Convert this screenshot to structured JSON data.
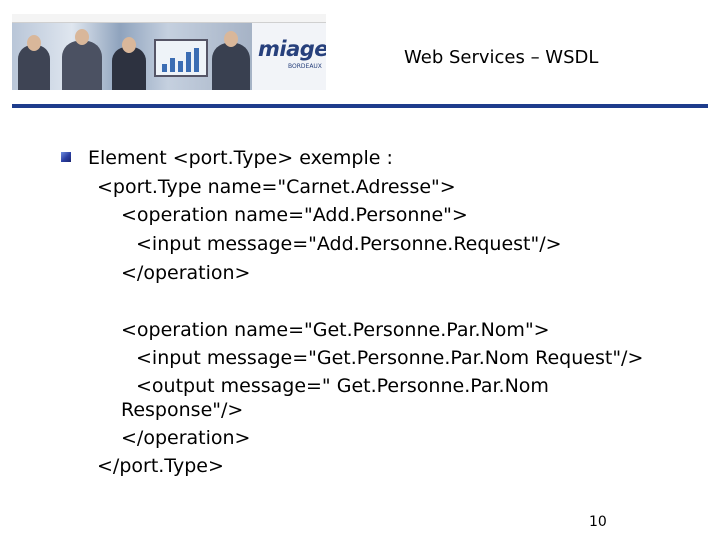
{
  "header": {
    "title": "Web Services – WSDL",
    "banner_strip": "",
    "logo_brand": "miage",
    "logo_sub": "BORDEAUX"
  },
  "content": {
    "lines": [
      "Element <port.Type> exemple :",
      "<port.Type name=\"Carnet.Adresse\">",
      "<operation name=\"Add.Personne\">",
      "<input message=\"Add.Personne.Request\"/>",
      "</operation>",
      "<operation name=\"Get.Personne.Par.Nom\">",
      "<input message=\"Get.Personne.Par.Nom Request\"/>",
      "<output message=\" Get.Personne.Par.Nom",
      "Response\"/>",
      "</operation>",
      "</port.Type>"
    ]
  },
  "footer": {
    "page_number": "10"
  },
  "colors": {
    "rule": "#1e3c8c",
    "bullet": "#2a3ea0",
    "logo": "#27407c"
  }
}
